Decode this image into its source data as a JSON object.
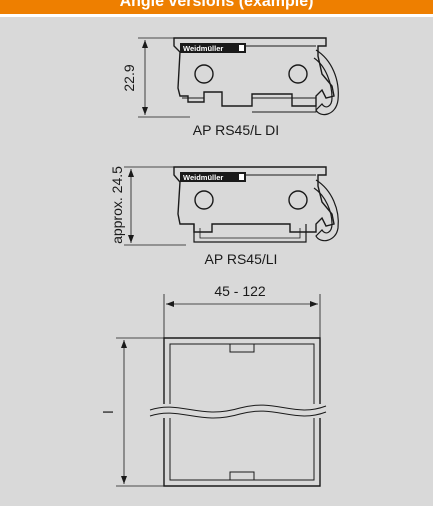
{
  "header": {
    "title": "Angle versions (example)",
    "accent_color": "#ee7f00"
  },
  "profiles": [
    {
      "name": "AP RS45/L DI",
      "height_label": "22.9",
      "logo_text": "Weidmüller"
    },
    {
      "name": "AP RS45/LI",
      "height_label": "approx. 24.5",
      "logo_text": "Weidmüller"
    }
  ],
  "plan_view": {
    "width_label": "45 - 122",
    "length_label": "l"
  }
}
